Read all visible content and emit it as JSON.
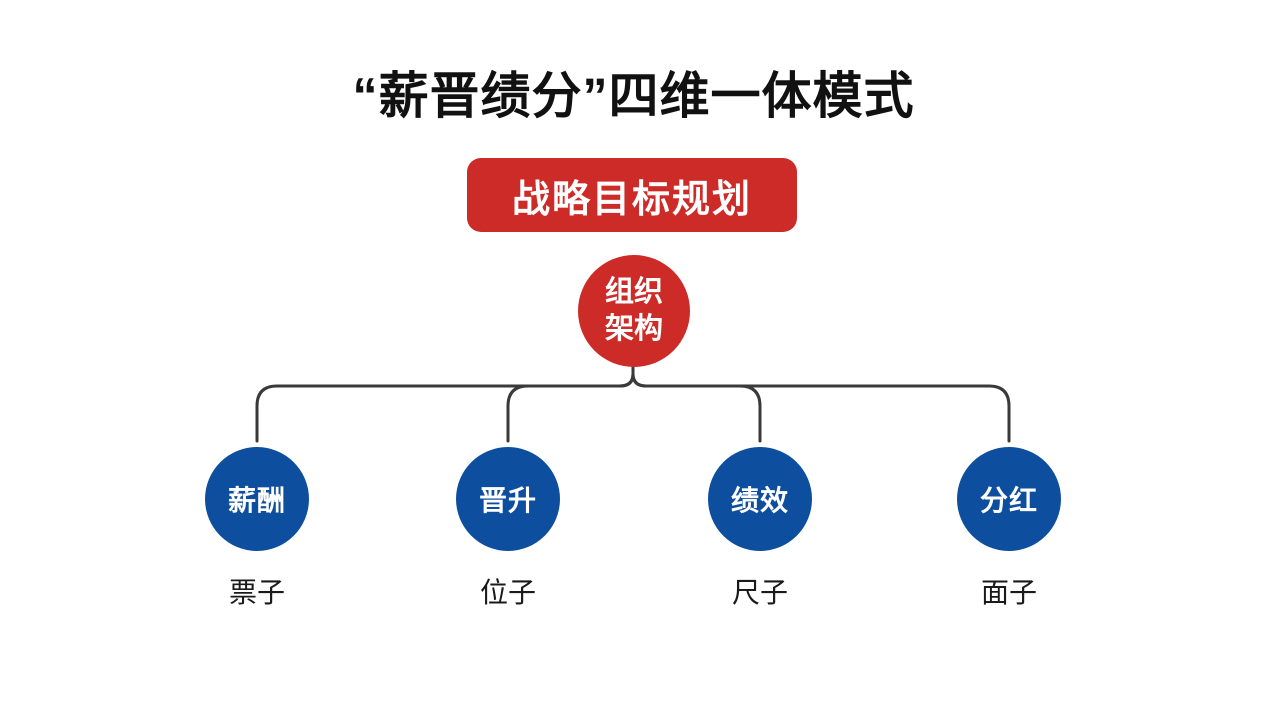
{
  "title": "“薪晋绩分”四维一体模式",
  "strategy_box": {
    "label": "战略目标规划"
  },
  "root_node": {
    "label_line1": "组织",
    "label_line2": "架构"
  },
  "branches": [
    {
      "node": "薪酬",
      "caption": "票子"
    },
    {
      "node": "晋升",
      "caption": "位子"
    },
    {
      "node": "绩效",
      "caption": "尺子"
    },
    {
      "node": "分红",
      "caption": "面子"
    }
  ],
  "colors": {
    "accent_red": "#cd2b28",
    "accent_blue": "#0e4e9e",
    "connector_line": "#3a3a3a",
    "title_text": "#111111",
    "caption_text": "#1a1a1a"
  }
}
